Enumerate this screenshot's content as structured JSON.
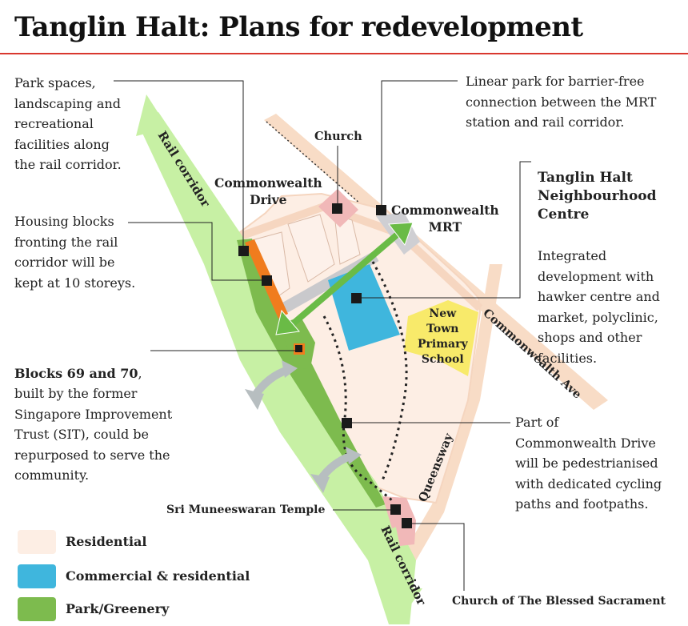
{
  "title": "Tanglin Halt: Plans for redevelopment",
  "colors": {
    "accent_rule": "#d9382f",
    "residential": "#fdeee4",
    "road": "#f8dcc6",
    "commercial_residential": "#3fb6dd",
    "park_greenery": "#7dbb4e",
    "rail_corridor": "#c7f0a4",
    "school": "#f8ea6a",
    "religious": "#f1b8b8",
    "housing_blocks": "#f07c1e",
    "marker": "#1a1a1a"
  },
  "annotations": {
    "park_spaces": "Park spaces,\nlandscaping and\nrecreational\nfacilities along\nthe rail corridor.",
    "housing_blocks": "Housing blocks\nfronting the rail\ncorridor will be\nkept at 10 storeys.",
    "blocks_title": "Blocks 69 and 70",
    "blocks_comma": ",",
    "blocks_body": "built by the former\nSingapore Improvement\nTrust (SIT), could be\nrepurposed to serve the\ncommunity.",
    "linear_park": "Linear park for barrier-free\nconnection between the MRT\nstation and rail corridor.",
    "nc_title": "Tanglin Halt\nNeighbourhood\nCentre",
    "nc_body": "Integrated\ndevelopment with\nhawker centre and\nmarket, polyclinic,\nshops and other\nfacilities.",
    "commonwealth_drive_part": "Part of\nCommonwealth Drive\nwill be pedestrianised\nwith dedicated cycling\npaths and footpaths."
  },
  "map_labels": {
    "church": "Church",
    "commonwealth_drive": "Commonwealth\nDrive",
    "commonwealth_mrt": "Commonwealth\nMRT",
    "new_town_primary": "New\nTown\nPrimary\nSchool",
    "sri_muneeswaran": "Sri Muneeswaran Temple",
    "church_blessed": "Church of The Blessed Sacrament",
    "rail_corridor_top": "Rail corridor",
    "rail_corridor_bottom": "Rail corridor",
    "commonwealth_ave": "Commonwealth Ave",
    "queensway": "Queensway"
  },
  "legend": [
    {
      "label": "Residential",
      "color": "#fdeee4"
    },
    {
      "label": "Commercial & residential",
      "color": "#3fb6dd"
    },
    {
      "label": "Park/Greenery",
      "color": "#7dbb4e"
    }
  ]
}
